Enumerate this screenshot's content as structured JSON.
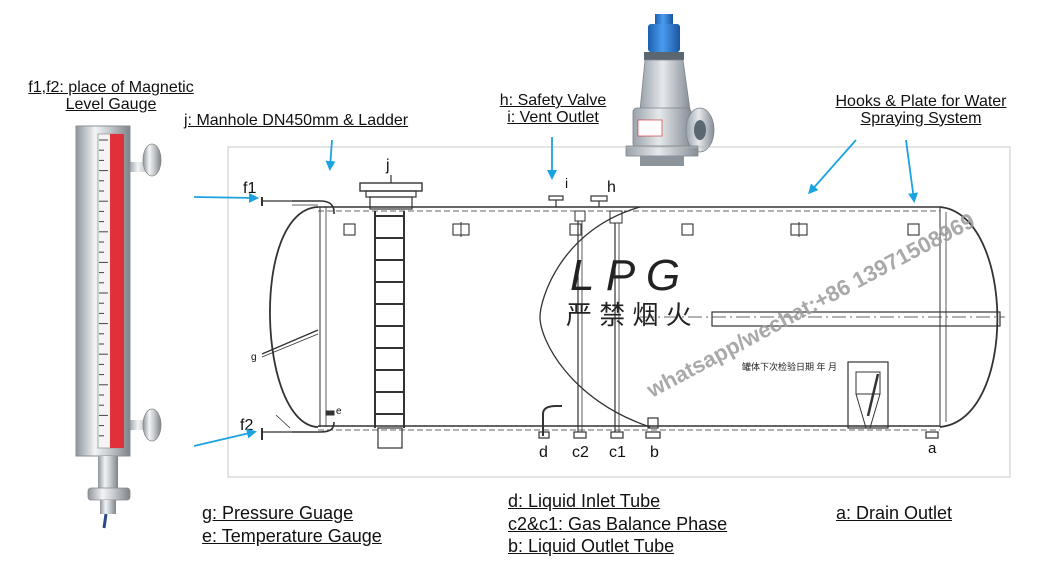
{
  "callouts": {
    "f1f2": "f1,f2: place of Magnetic Level Gauge",
    "f1f2_line1": "f1,f2: place of Magnetic",
    "f1f2_line2": "Level Gauge",
    "manhole": "j: Manhole  DN450mm & Ladder",
    "safety_valve": "h: Safety Valve",
    "vent_outlet": "i: Vent Outlet",
    "hooks_line1": "Hooks & Plate for Water",
    "hooks_line2": "Spraying System"
  },
  "port_labels": {
    "f1": "f1",
    "f2": "f2",
    "j": "j",
    "i": "i",
    "h": "h",
    "g": "g",
    "e": "e",
    "d": "d",
    "c2": "c2",
    "c1": "c1",
    "b": "b",
    "a": "a"
  },
  "tank_text": {
    "lpg": "L P G",
    "warning_cn": "严 禁 烟 火",
    "inspection_cn": "罐体下次检验日期      年    月"
  },
  "legend": {
    "left": [
      "g:  Pressure Guage",
      "e:  Temperature Gauge"
    ],
    "middle": [
      "d: Liquid Inlet Tube",
      "c2&c1: Gas Balance Phase",
      "b: Liquid Outlet Tube"
    ],
    "right": [
      "a:  Drain Outlet"
    ]
  },
  "watermark": "whatsapp/wechat:+86 13971508969",
  "colors": {
    "arrow": "#1aa3e0",
    "watermark": "#9a9a9a",
    "gauge_red": "#e0303a",
    "valve_blue": "#2f7fd6"
  },
  "icons": [
    "magnetic-level-gauge-image",
    "safety-valve-image",
    "arrow-icon"
  ]
}
